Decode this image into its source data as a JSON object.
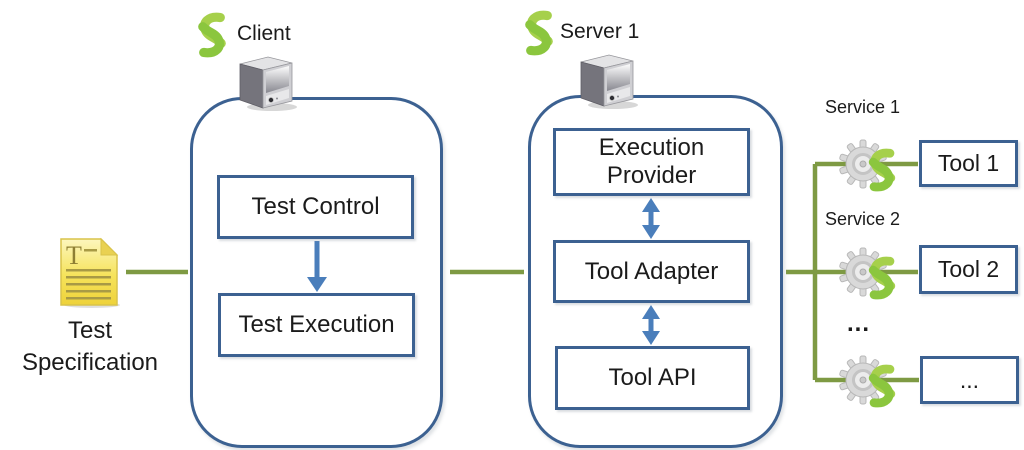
{
  "colors": {
    "box_border_blue": "#3c6191",
    "arrow_blue": "#4a7ebb",
    "connector_green": "#7e9a43",
    "service_icon_green_light": "#a6d04b",
    "service_icon_green_dark": "#8bc63e",
    "document_yellow": "#f6e35b",
    "gear_gray": "#d9d9d9"
  },
  "test_specification": {
    "label": "Test Specification",
    "document_glyph": "T"
  },
  "client": {
    "title": "Client",
    "modules": [
      {
        "label": "Test Control"
      },
      {
        "label": "Test Execution"
      }
    ]
  },
  "server": {
    "title": "Server 1",
    "modules": [
      {
        "label": "Execution Provider"
      },
      {
        "label": "Tool Adapter"
      },
      {
        "label": "Tool API"
      }
    ]
  },
  "services": {
    "items": [
      {
        "label": "Service 1",
        "tool": "Tool 1"
      },
      {
        "label": "Service 2",
        "tool": "Tool 2"
      }
    ],
    "more_label": "...",
    "more_tool_label": "..."
  }
}
